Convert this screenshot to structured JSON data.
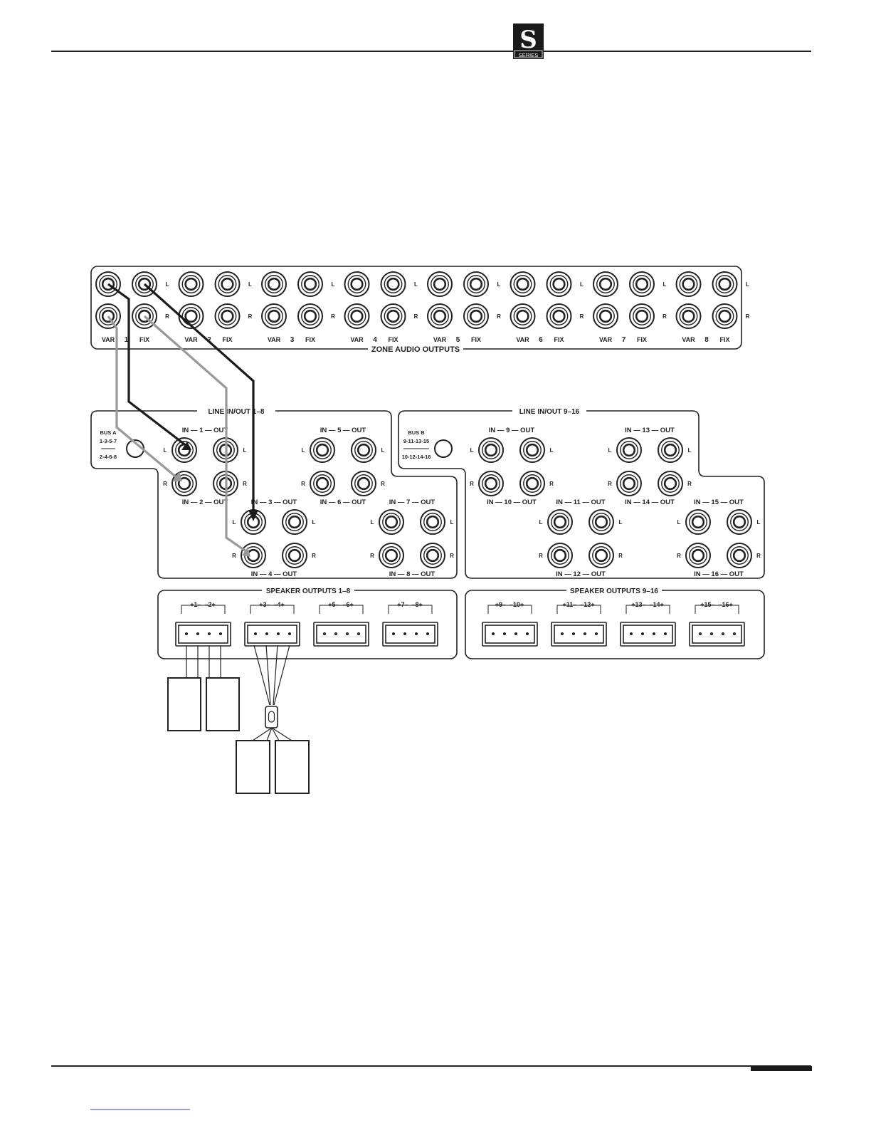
{
  "logo": {
    "letter": "S",
    "caption": "SERIES"
  },
  "zone_outputs": {
    "title": "ZONE AUDIO OUTPUTS",
    "zones": [
      "1",
      "2",
      "3",
      "4",
      "5",
      "6",
      "7",
      "8"
    ],
    "var_label": "VAR",
    "fix_label": "FIX",
    "l_label": "L",
    "r_label": "R"
  },
  "line_a": {
    "title": "LINE IN/OUT 1–8",
    "bus_title": "BUS A",
    "bus_top": "1-3-5-7",
    "bus_bottom": "2-4-6-8",
    "labels": [
      "IN — 1 — OUT",
      "IN — 5 — OUT",
      "IN — 2 — OUT",
      "IN — 6 — OUT",
      "IN — 3 — OUT",
      "IN — 7 — OUT",
      "IN — 4 — OUT",
      "IN — 8 — OUT"
    ]
  },
  "line_b": {
    "title": "LINE IN/OUT 9–16",
    "bus_title": "BUS B",
    "bus_top": "9-11-13-15",
    "bus_bottom": "10-12-14-16",
    "labels": [
      "IN — 9 — OUT",
      "IN — 13 — OUT",
      "IN — 10 — OUT",
      "IN — 14 — OUT",
      "IN — 11 — OUT",
      "IN — 15 — OUT",
      "IN — 12 — OUT",
      "IN — 16 — OUT"
    ]
  },
  "speaker_a": {
    "title": "SPEAKER OUTPUTS 1–8",
    "terminals": [
      "+1–  –2+",
      "+3–  –4+",
      "+5–  –6+",
      "+7–  –8+"
    ]
  },
  "speaker_b": {
    "title": "SPEAKER OUTPUTS 9–16",
    "terminals": [
      "+9–  –10+",
      "+11–  –12+",
      "+13–  –14+",
      "+15–  –16+"
    ]
  }
}
